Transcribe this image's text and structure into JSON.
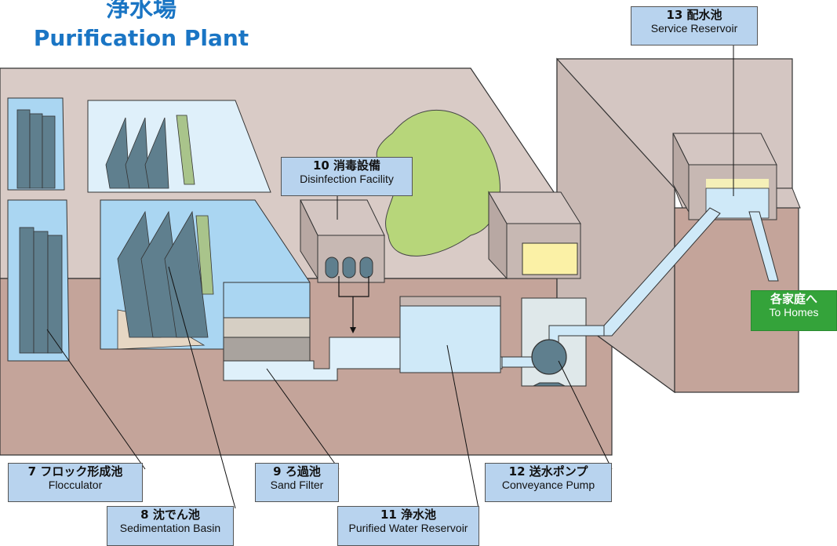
{
  "title": {
    "jp": "浄水場",
    "en": "Purification Plant"
  },
  "labels": {
    "flocculator": {
      "jp": "7 フロック形成池",
      "en": "Flocculator"
    },
    "sedimentation": {
      "jp": "8 沈でん池",
      "en": "Sedimentation Basin"
    },
    "sand_filter": {
      "jp": "9 ろ過池",
      "en": "Sand Filter"
    },
    "disinfection": {
      "jp": "10 消毒設備",
      "en": "Disinfection Facility"
    },
    "purified_reservoir": {
      "jp": "11 浄水池",
      "en": "Purified Water Reservoir"
    },
    "pump": {
      "jp": "12 送水ポンプ",
      "en": "Conveyance Pump"
    },
    "service_reservoir": {
      "jp": "13 配水池",
      "en": "Service Reservoir"
    },
    "homes": {
      "jp": "各家庭へ",
      "en": "To Homes"
    }
  },
  "colors": {
    "ground_top": "#d9cbc6",
    "ground_side": "#c4a49a",
    "water": "#aad6f2",
    "water_light": "#dff0fa",
    "baffle": "#5f7f8e",
    "grass": "#b7d67a",
    "label_bg": "#b8d3ee",
    "homes_bg": "#34a33a",
    "title": "#1a75c4"
  }
}
